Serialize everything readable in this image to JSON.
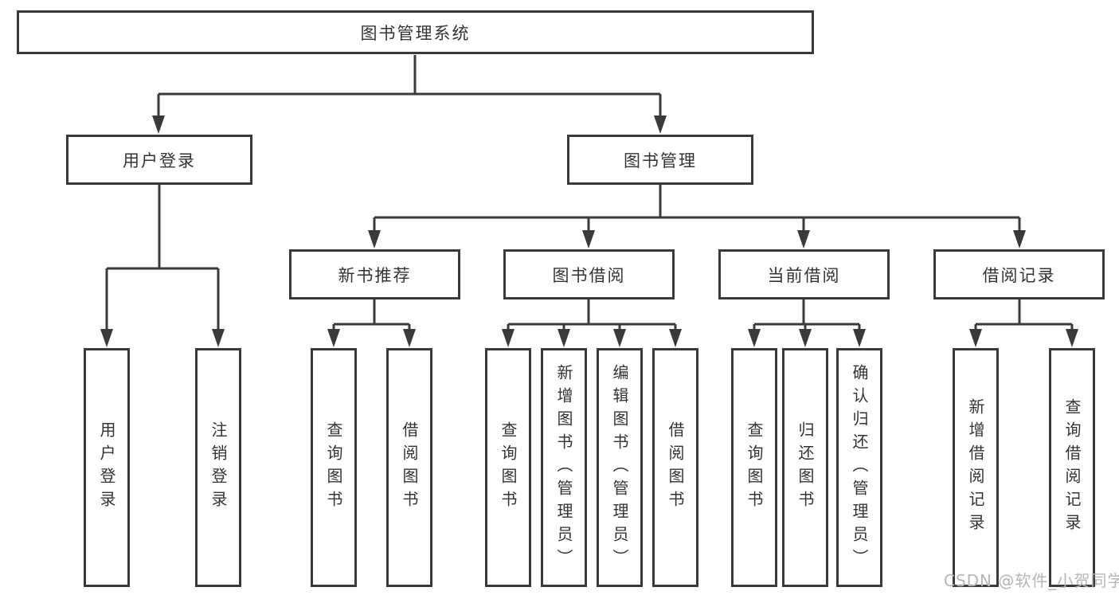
{
  "diagram_title": "图书管理系统",
  "nodes": {
    "root": "图书管理系统",
    "l2": [
      "用户登录",
      "图书管理"
    ],
    "l3": [
      "新书推荐",
      "图书借阅",
      "当前借阅",
      "借阅记录"
    ]
  },
  "leaves": {
    "user_login": [
      "用户登录",
      "注销登录"
    ],
    "new_books": [
      "查询图书",
      "借阅图书"
    ],
    "book_borrow": [
      "查询图书",
      "新增图书（管理员）",
      "编辑图书（管理员）",
      "借阅图书"
    ],
    "current_borrow": [
      "查询图书",
      "归还图书",
      "确认归还（管理员）"
    ],
    "borrow_records": [
      "新增借阅记录",
      "查询借阅记录"
    ]
  },
  "watermark": {
    "text": "CSDN @软件_小贺同学"
  },
  "colors": {
    "line": "#3a3a3a",
    "text": "#333333",
    "background": "#ffffff",
    "watermark": "#b6b6ba"
  }
}
